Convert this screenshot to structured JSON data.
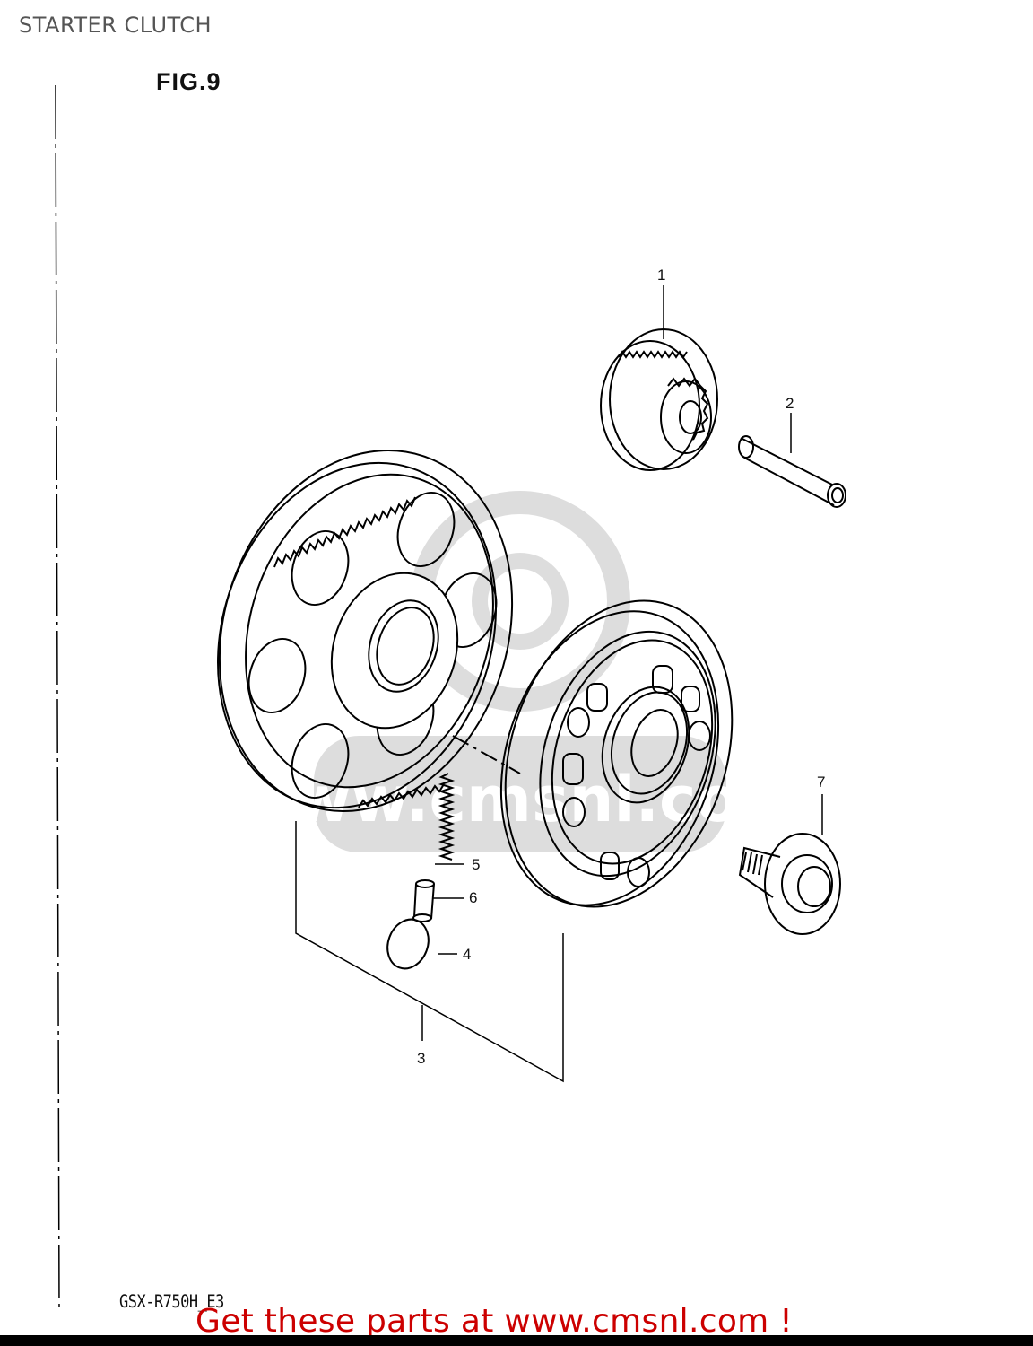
{
  "header": {
    "title": "STARTER CLUTCH"
  },
  "figure": {
    "label": "FIG.9",
    "model_code": "GSX-R750H_E3"
  },
  "callouts": [
    {
      "number": "1",
      "part": "idler-gear"
    },
    {
      "number": "2",
      "part": "shaft"
    },
    {
      "number": "3",
      "part": "starter-clutch-assembly"
    },
    {
      "number": "4",
      "part": "roller"
    },
    {
      "number": "5",
      "part": "spring"
    },
    {
      "number": "6",
      "part": "pin"
    },
    {
      "number": "7",
      "part": "bolt"
    }
  ],
  "watermark": {
    "text": "www.cmsnl.com"
  },
  "footer": {
    "promo_text": "Get these parts at www.cmsnl.com !",
    "promo_color": "#cc0000"
  }
}
